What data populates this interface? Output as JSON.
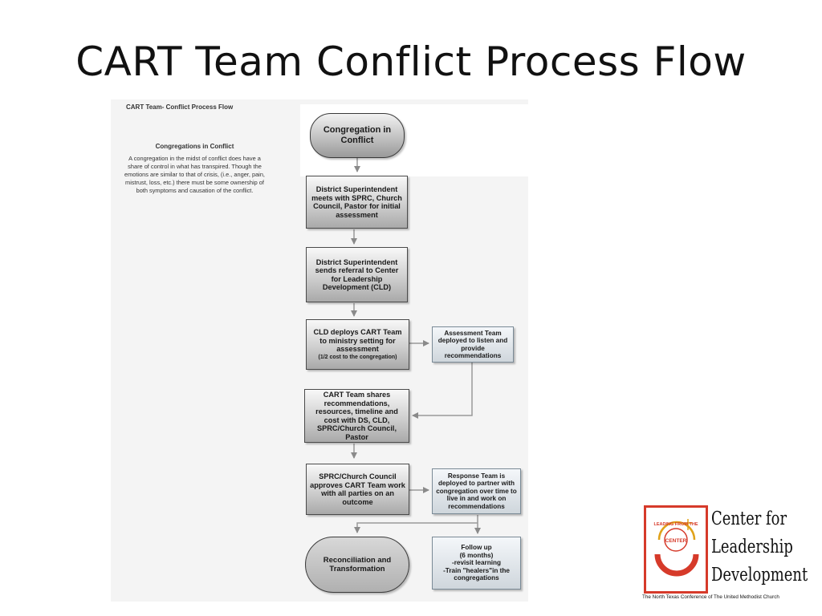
{
  "title": "CART Team Conflict Process Flow",
  "diagram": {
    "small_title": "CART Team- Conflict Process Flow",
    "side_heading": "Congregations in Conflict",
    "side_text": "A congregation in the midst of conflict does have a share of control in what has transpired.  Though the emotions are similar to that of crisis, (i.e., anger, pain, mistrust, loss, etc.) there must be some ownership of both symptoms and causation of the conflict.",
    "nodes": {
      "start": "Congregation in Conflict",
      "step1": "District Superintendent meets with SPRC, Church Council, Pastor for initial assessment",
      "step2": "District Superintendent sends referral to Center for Leadership Development (CLD)",
      "step3": "CLD deploys CART Team to ministry setting for assessment",
      "step3_note": "(1/2 cost to the congregation)",
      "assessment": "Assessment Team deployed to listen and provide recommendations",
      "step4": "CART Team shares recommendations, resources, timeline and cost with DS, CLD, SPRC/Church Council, Pastor",
      "step5": "SPRC/Church Council approves CART Team work with all parties on an outcome",
      "response": "Response Team is deployed to partner with congregation over time to live in and work on recommendations",
      "followup_1": "Follow up",
      "followup_2": "(6 months)",
      "followup_3": "-revisit learning",
      "followup_4": "-Train \"healers\"in the congregations",
      "end": "Reconciliation and Transformation"
    }
  },
  "logo": {
    "arc_text": "LEADING FROM THE",
    "center_text": "CENTER",
    "line1": "Center for",
    "line2": "Leadership",
    "line3": "Development",
    "tagline": "The North Texas Conference of The United Methodist Church",
    "colors": {
      "red": "#d63a2a",
      "gold": "#e0a21a"
    }
  }
}
